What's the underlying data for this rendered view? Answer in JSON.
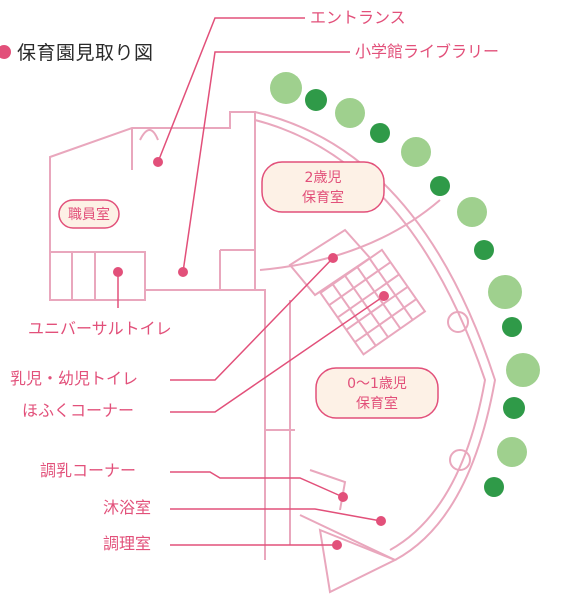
{
  "title": "保育園見取り図",
  "rooms": {
    "staff_room": "職員室",
    "age2_line1": "2歳児",
    "age2_line2": "保育室",
    "age01_line1": "0〜1歳児",
    "age01_line2": "保育室"
  },
  "callouts": {
    "entrance": "エントランス",
    "library": "小学館ライブラリー",
    "universal_toilet": "ユニバーサルトイレ",
    "infant_toilet": "乳児・幼児トイレ",
    "nursing_corner": "ほふくコーナー",
    "formula_corner": "調乳コーナー",
    "bath_room": "沐浴室",
    "kitchen": "調理室"
  },
  "colors": {
    "accent": "#e2507a",
    "wall": "#e9a7bd",
    "room_fill": "#fdf1e6",
    "tree_light": "#9fd08e",
    "tree_dark": "#2f9a48"
  }
}
